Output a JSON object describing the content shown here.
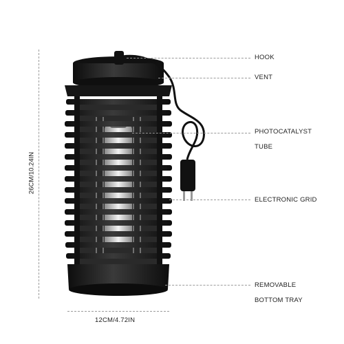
{
  "labels": {
    "hook": "HOOK",
    "vent": "VENT",
    "photocatalyst_line1": "PHOTOCATALYST",
    "photocatalyst_line2": "TUBE",
    "electronic_grid": "ELECTRONIC GRID",
    "bottom_tray_line1": "REMOVABLE",
    "bottom_tray_line2": "BOTTOM TRAY"
  },
  "dimensions": {
    "height": "26CM/10.24IN",
    "width": "12CM/4.72IN"
  },
  "colors": {
    "body": "#1a1a1a",
    "fin": "#222222",
    "tube": "#d9d9d9",
    "leader": "#9a9a9a"
  }
}
